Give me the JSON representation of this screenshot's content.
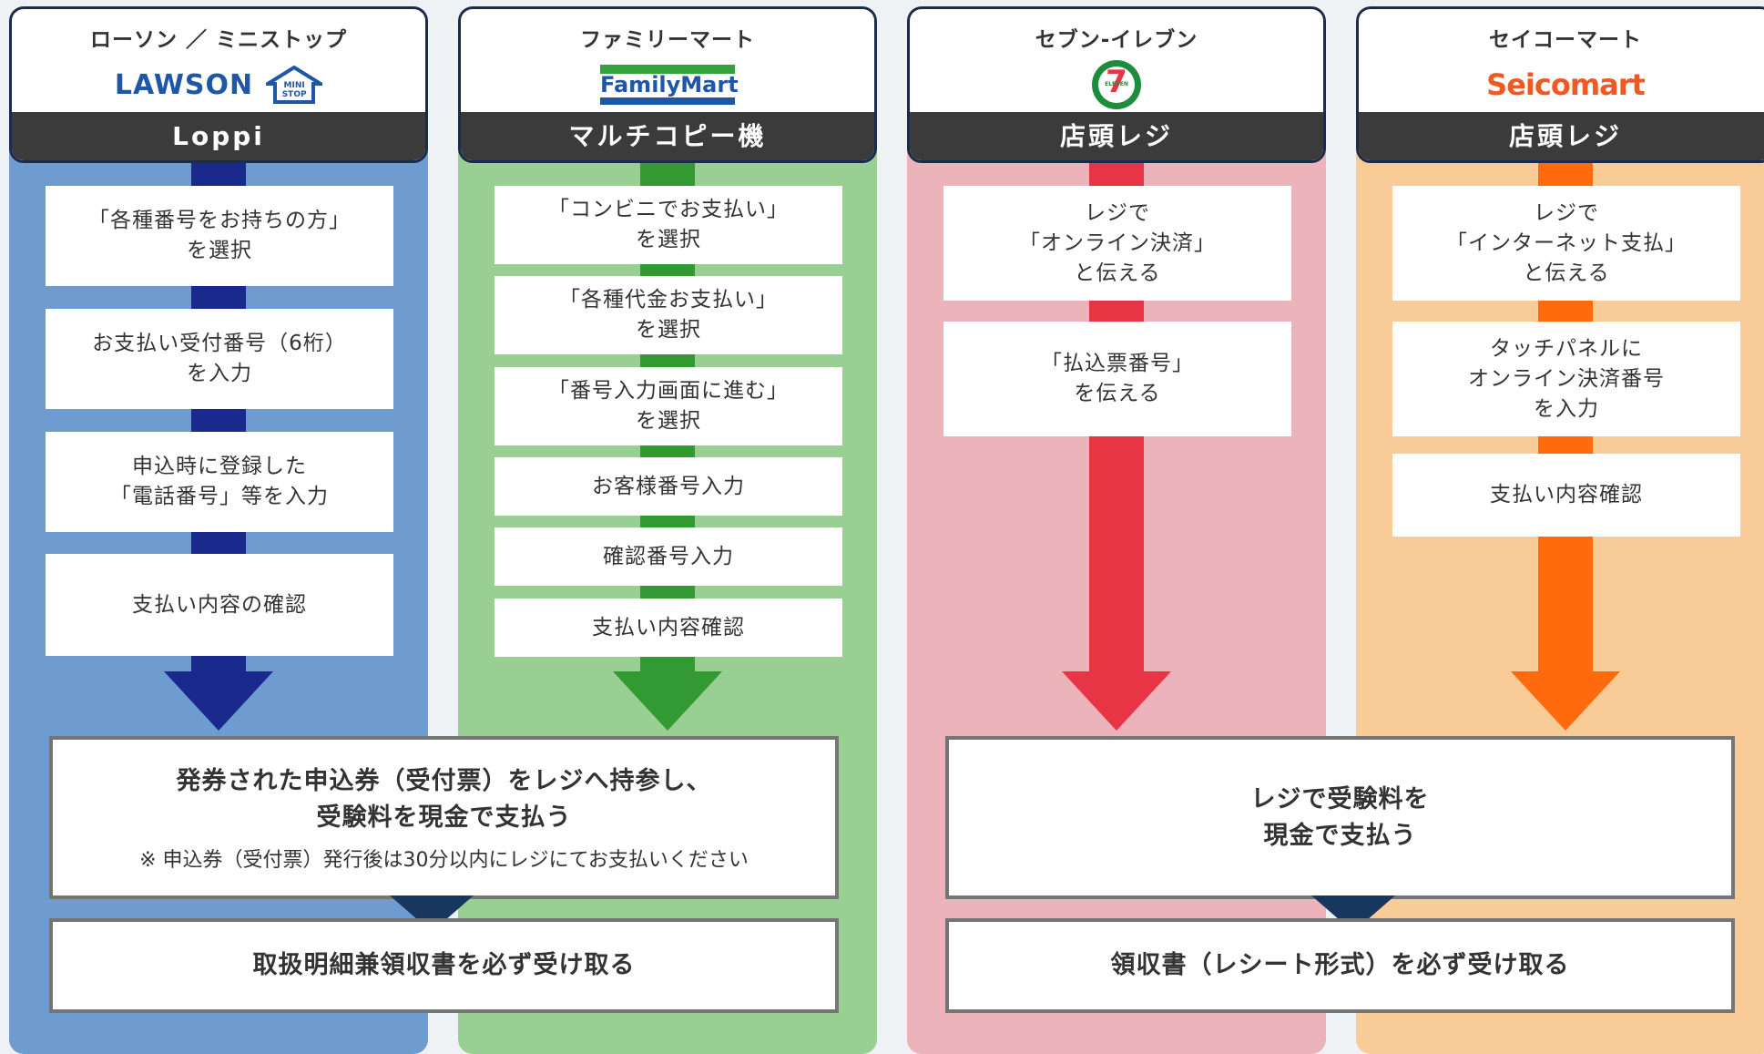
{
  "columns": [
    {
      "store": "ローソン ／ ミニストップ",
      "logo_text": "LAWSON",
      "logo_sub_text": "MINI STOP",
      "machine": "Loppi",
      "steps": [
        "「各種番号をお持ちの方」\nを選択",
        "お支払い受付番号（6桁）\nを入力",
        "申込時に登録した\n「電話番号」等を入力",
        "支払い内容の確認"
      ],
      "colors": {
        "bg": "#6e9bd0",
        "line": "#192a8c",
        "logo": "#1f57a6"
      }
    },
    {
      "store": "ファミリーマート",
      "logo_text": "FamilyMart",
      "machine": "マルチコピー機",
      "steps": [
        "「コンビニでお支払い」\nを選択",
        "「各種代金お支払い」\nを選択",
        "「番号入力画面に進む」\nを選択",
        "お客様番号入力",
        "確認番号入力",
        "支払い内容確認"
      ],
      "colors": {
        "bg": "#99cf92",
        "line": "#339933",
        "logo": "#1f57a6"
      }
    },
    {
      "store": "セブン-イレブン",
      "logo_text": "7",
      "logo_sub_text": "ELEVEN",
      "machine": "店頭レジ",
      "steps": [
        "レジで\n「オンライン決済」\nと伝える",
        "「払込票番号」\nを伝える"
      ],
      "colors": {
        "bg": "#edb3ba",
        "line": "#e83546",
        "logo": "#e83546"
      }
    },
    {
      "store": "セイコーマート",
      "logo_text": "Seicomart",
      "machine": "店頭レジ",
      "steps": [
        "レジで\n「インターネット支払」\nと伝える",
        "タッチパネルに\nオンライン決済番号\nを入力",
        "支払い内容確認"
      ],
      "colors": {
        "bg": "#f9cb96",
        "line": "#ff6a0f",
        "logo": "#ef5a24"
      }
    }
  ],
  "bottom_left": {
    "main": "発券された申込券（受付票）をレジへ持参し、\n受験料を現金で支払う",
    "note": "※ 申込券（受付票）発行後は30分以内にレジにてお支払いください",
    "receipt": "取扱明細兼領収書を必ず受け取る"
  },
  "bottom_right": {
    "main": "レジで受験料を\n現金で支払う",
    "receipt": "領収書（レシート形式）を必ず受け取る"
  },
  "connector_color": "#17375e"
}
